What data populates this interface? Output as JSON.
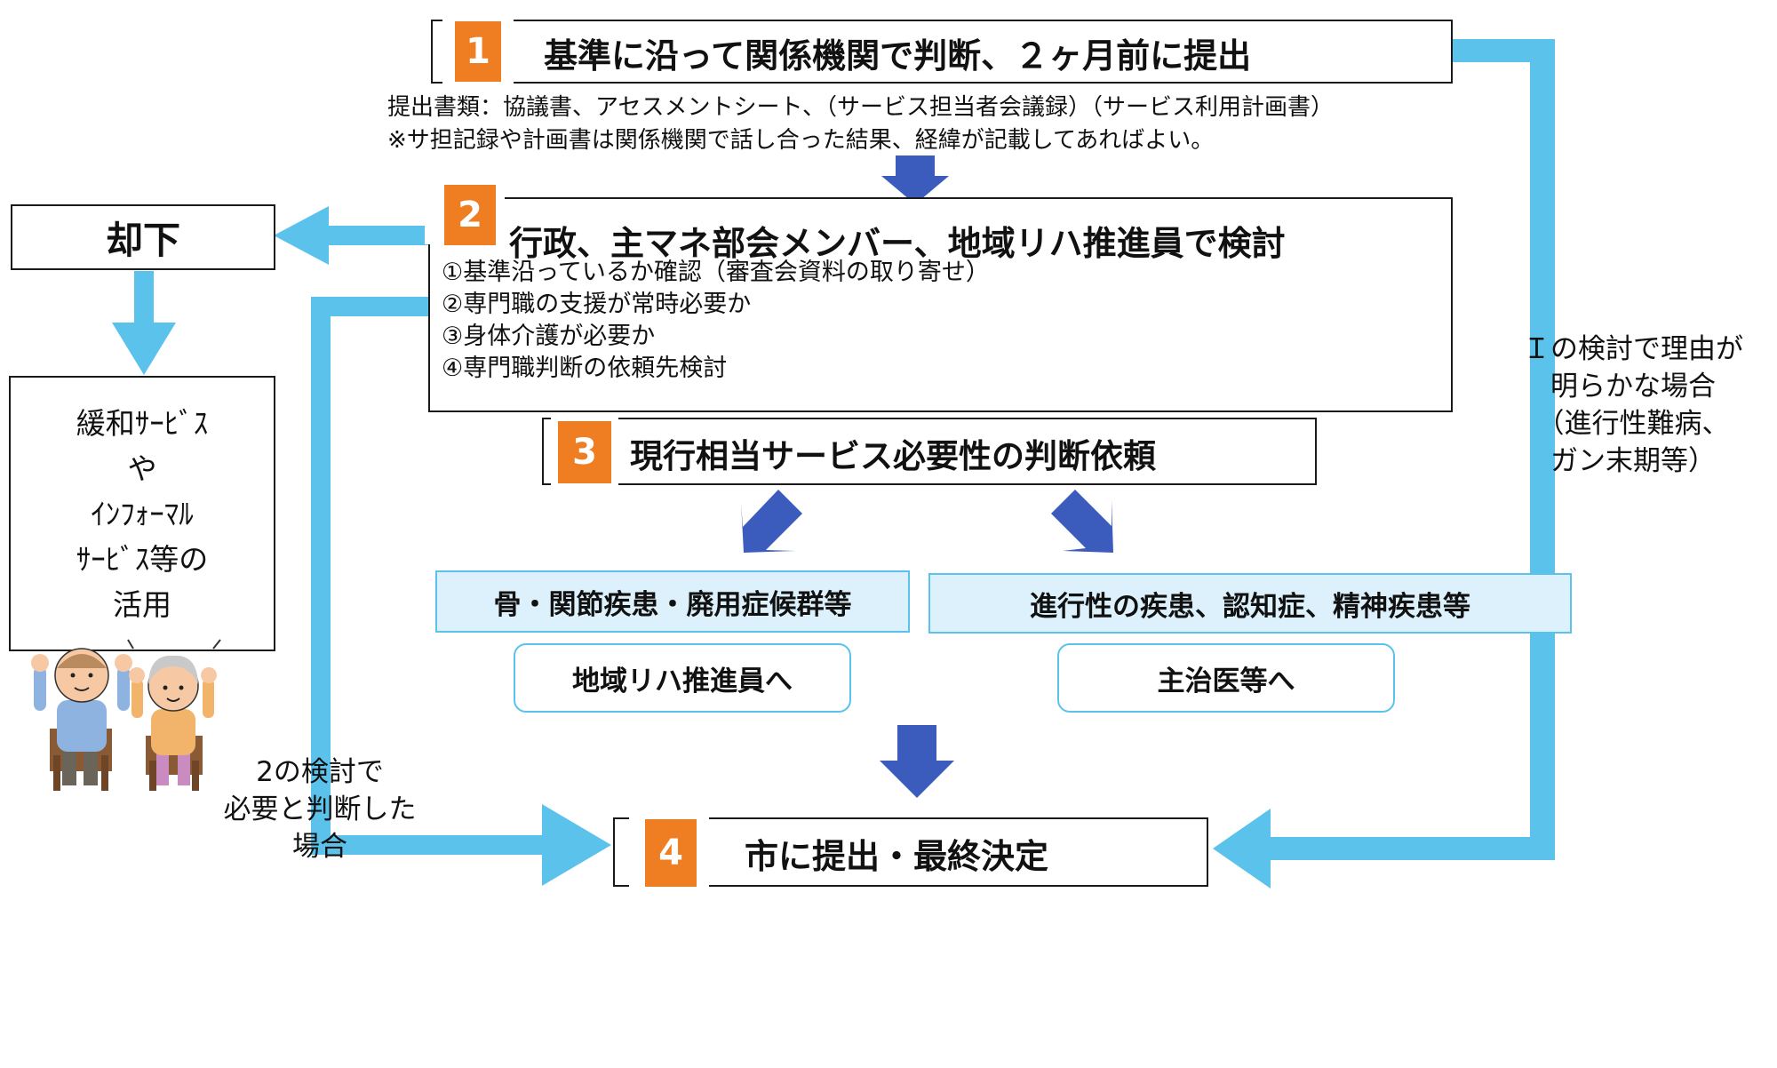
{
  "step1": {
    "num": "1",
    "title": "基準に沿って関係機関で判断、２ヶ月前に提出"
  },
  "notes": {
    "line1": "提出書類：協議書、アセスメントシート、（サービス担当者会議録）（サービス利用計画書）",
    "line2": "※サ担記録や計画書は関係機関で話し合った結果、経緯が記載してあればよい。"
  },
  "step2": {
    "num": "2",
    "title": "行政、主マネ部会メンバー、地域リハ推進員で検討",
    "items": [
      "①基準沿っているか確認（審査会資料の取り寄せ）",
      "②専門職の支援が常時必要か",
      "③身体介護が必要か",
      "④専門職判断の依頼先検討"
    ]
  },
  "reject": {
    "title": "却下"
  },
  "alt_services": {
    "lines": [
      "緩和ｻｰﾋﾞｽ",
      "や",
      "ｲﾝﾌｫｰﾏﾙ",
      "ｻｰﾋﾞｽ等の",
      "活用"
    ]
  },
  "step3": {
    "num": "3",
    "title": "現行相当サービス必要性の判断依頼"
  },
  "left_branch": {
    "category": "骨・関節疾患・廃用症候群等",
    "destination": "地域リハ推進員へ"
  },
  "right_branch": {
    "category": "進行性の疾患、認知症、精神疾患等",
    "destination": "主治医等へ"
  },
  "step4": {
    "num": "4",
    "title": "市に提出・最終決定"
  },
  "right_note": {
    "lines": [
      "Ｉの検討で理由が",
      "明らかな場合",
      "（進行性難病、",
      "ガン末期等）"
    ]
  },
  "left_note": {
    "lines": [
      "2の検討で",
      "必要と判断した",
      "場合"
    ]
  },
  "colors": {
    "orange": "#ef7d22",
    "light_blue": "#5bc2ec",
    "dark_blue": "#3b5bbd",
    "pale_blue": "#dcf1fb"
  },
  "icons": [
    "elderly-man-icon",
    "elderly-woman-icon"
  ]
}
